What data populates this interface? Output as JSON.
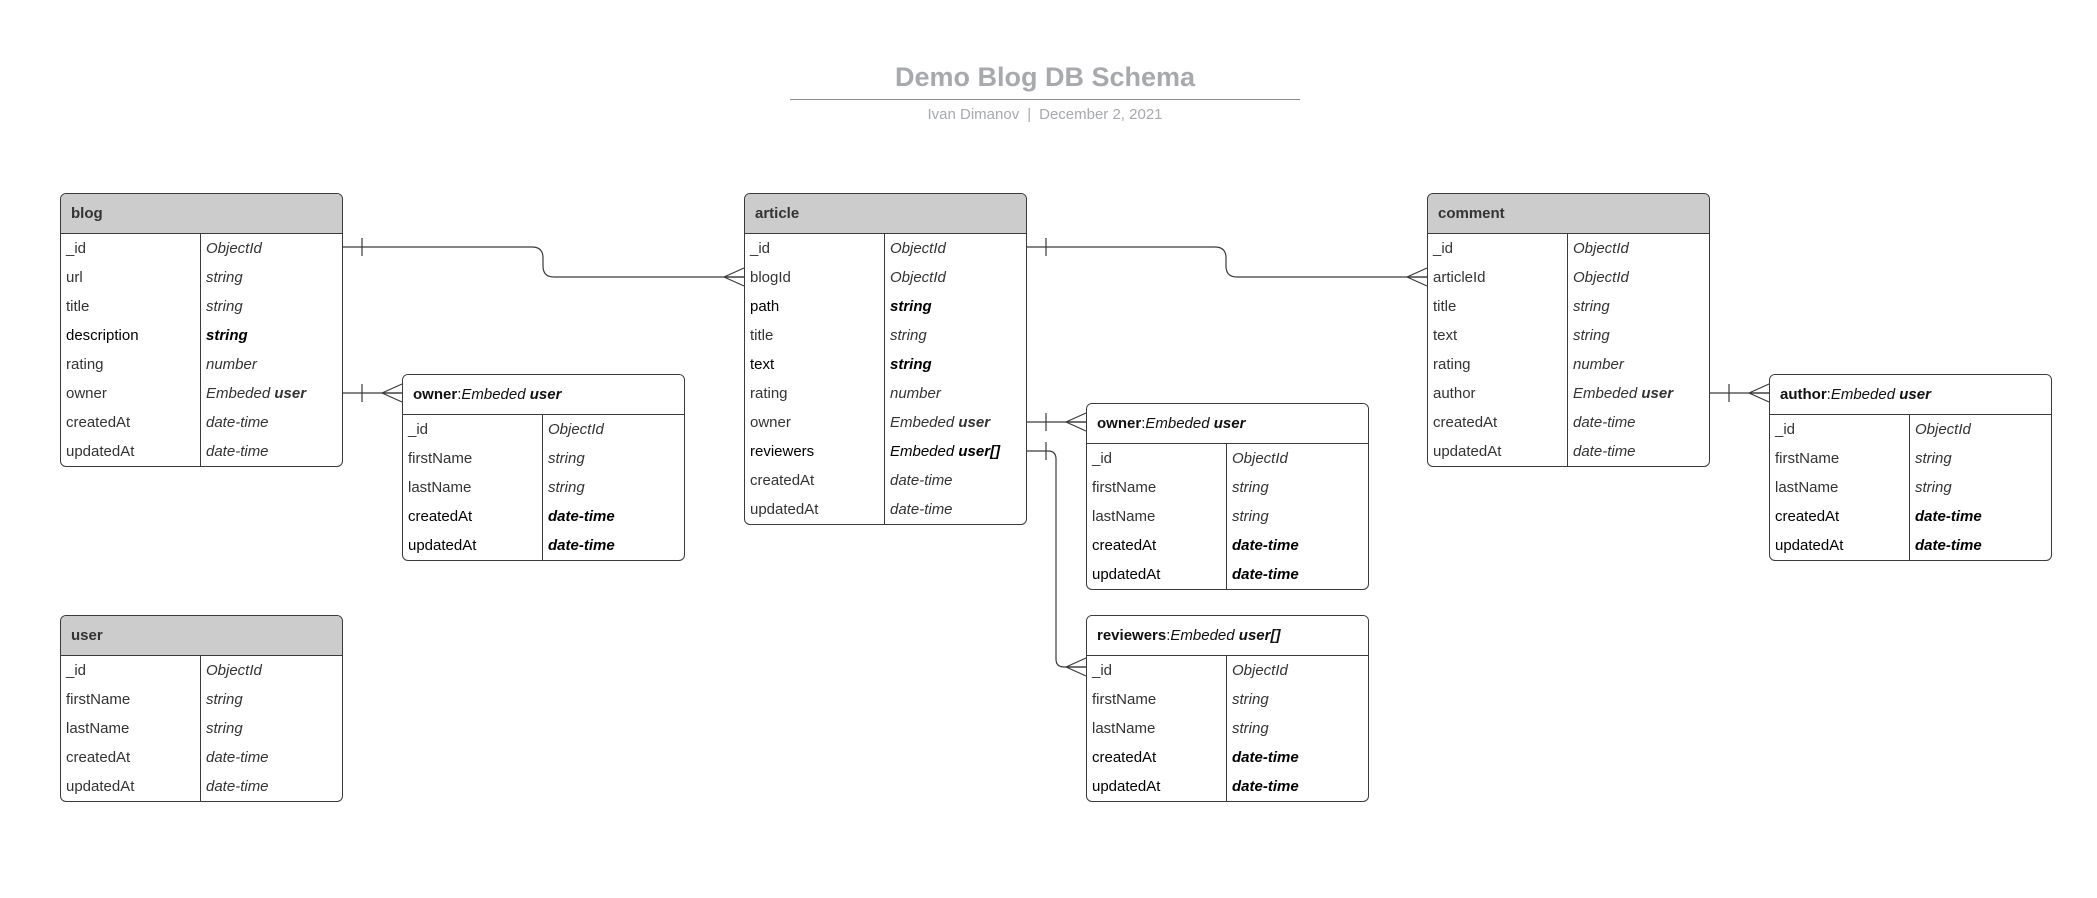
{
  "diagram": {
    "title": "Demo Blog DB Schema",
    "author": "Ivan Dimanov",
    "separator": "|",
    "date": "December 2, 2021"
  },
  "tables": {
    "blog": {
      "name": "blog",
      "fields": [
        {
          "name": "_id",
          "type": "ObjectId"
        },
        {
          "name": "url",
          "type": "string"
        },
        {
          "name": "title",
          "type": "string"
        },
        {
          "name": "description",
          "type": "string",
          "required": true
        },
        {
          "name": "rating",
          "type": "number"
        },
        {
          "name": "owner",
          "type_kw": "Embeded",
          "type_ref": "user"
        },
        {
          "name": "createdAt",
          "type": "date-time"
        },
        {
          "name": "updatedAt",
          "type": "date-time"
        }
      ]
    },
    "article": {
      "name": "article",
      "fields": [
        {
          "name": "_id",
          "type": "ObjectId"
        },
        {
          "name": "blogId",
          "type": "ObjectId"
        },
        {
          "name": "path",
          "type": "string",
          "required": true
        },
        {
          "name": "title",
          "type": "string"
        },
        {
          "name": "text",
          "type": "string",
          "required": true
        },
        {
          "name": "rating",
          "type": "number"
        },
        {
          "name": "owner",
          "type_kw": "Embeded",
          "type_ref": "user"
        },
        {
          "name": "reviewers",
          "type_kw": "Embeded",
          "type_ref": "user[]",
          "required": true
        },
        {
          "name": "createdAt",
          "type": "date-time"
        },
        {
          "name": "updatedAt",
          "type": "date-time"
        }
      ]
    },
    "comment": {
      "name": "comment",
      "fields": [
        {
          "name": "_id",
          "type": "ObjectId"
        },
        {
          "name": "articleId",
          "type": "ObjectId"
        },
        {
          "name": "title",
          "type": "string"
        },
        {
          "name": "text",
          "type": "string"
        },
        {
          "name": "rating",
          "type": "number"
        },
        {
          "name": "author",
          "type_kw": "Embeded",
          "type_ref": "user"
        },
        {
          "name": "createdAt",
          "type": "date-time"
        },
        {
          "name": "updatedAt",
          "type": "date-time"
        }
      ]
    },
    "user": {
      "name": "user",
      "fields": [
        {
          "name": "_id",
          "type": "ObjectId"
        },
        {
          "name": "firstName",
          "type": "string"
        },
        {
          "name": "lastName",
          "type": "string"
        },
        {
          "name": "createdAt",
          "type": "date-time"
        },
        {
          "name": "updatedAt",
          "type": "date-time"
        }
      ]
    }
  },
  "embeds": {
    "blog_owner": {
      "field": "owner",
      "colon": ": ",
      "kw": "Embeded",
      "type": "user",
      "fields": [
        {
          "name": "_id",
          "type": "ObjectId"
        },
        {
          "name": "firstName",
          "type": "string"
        },
        {
          "name": "lastName",
          "type": "string"
        },
        {
          "name": "createdAt",
          "type": "date-time",
          "required": true
        },
        {
          "name": "updatedAt",
          "type": "date-time",
          "required": true
        }
      ]
    },
    "article_owner": {
      "field": "owner",
      "colon": ": ",
      "kw": "Embeded",
      "type": "user",
      "fields": [
        {
          "name": "_id",
          "type": "ObjectId"
        },
        {
          "name": "firstName",
          "type": "string"
        },
        {
          "name": "lastName",
          "type": "string"
        },
        {
          "name": "createdAt",
          "type": "date-time",
          "required": true
        },
        {
          "name": "updatedAt",
          "type": "date-time",
          "required": true
        }
      ]
    },
    "article_reviewers": {
      "field": "reviewers",
      "colon": ": ",
      "kw": "Embeded",
      "type": "user[]",
      "fields": [
        {
          "name": "_id",
          "type": "ObjectId"
        },
        {
          "name": "firstName",
          "type": "string"
        },
        {
          "name": "lastName",
          "type": "string"
        },
        {
          "name": "createdAt",
          "type": "date-time",
          "required": true
        },
        {
          "name": "updatedAt",
          "type": "date-time",
          "required": true
        }
      ]
    },
    "comment_author": {
      "field": "author",
      "colon": ": ",
      "kw": "Embeded",
      "type": "user",
      "fields": [
        {
          "name": "_id",
          "type": "ObjectId"
        },
        {
          "name": "firstName",
          "type": "string"
        },
        {
          "name": "lastName",
          "type": "string"
        },
        {
          "name": "createdAt",
          "type": "date-time",
          "required": true
        },
        {
          "name": "updatedAt",
          "type": "date-time",
          "required": true
        }
      ]
    }
  },
  "relations": [
    {
      "from": "blog._id",
      "to": "article.blogId",
      "cardinality": "one-to-many"
    },
    {
      "from": "article._id",
      "to": "comment.articleId",
      "cardinality": "one-to-many"
    },
    {
      "from": "blog.owner",
      "to": "blog_owner",
      "cardinality": "one-to-many"
    },
    {
      "from": "article.owner",
      "to": "article_owner",
      "cardinality": "one-to-many"
    },
    {
      "from": "article.reviewers",
      "to": "article_reviewers",
      "cardinality": "one-to-many"
    },
    {
      "from": "comment.author",
      "to": "comment_author",
      "cardinality": "one-to-many"
    }
  ],
  "colors": {
    "line": "#3a3a3a",
    "header_fill": "#cccccc",
    "title_text": "#a7a9ad"
  }
}
